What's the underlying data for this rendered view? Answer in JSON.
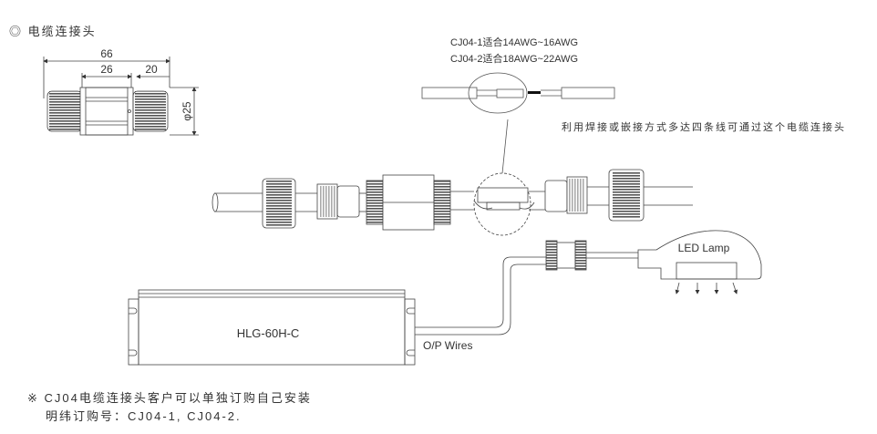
{
  "section_title": "◎ 电缆连接头",
  "dimensions": {
    "overall_length": "66",
    "left_length": "26",
    "right_length": "20",
    "diameter": "φ25"
  },
  "wire_spec": {
    "line1": "CJ04-1适合14AWG~16AWG",
    "line2": "CJ04-2适合18AWG~22AWG"
  },
  "note_connection": "利用焊接或嵌接方式多达四条线可通过这个电缆连接头",
  "driver_label": "HLG-60H-C",
  "wires_label": "O/P Wires",
  "lamp_label": "LED Lamp",
  "footer": {
    "line1": "※ CJ04电缆连接头客户可以单独订购自己安装",
    "line2": "明纬订购号：CJ04-1, CJ04-2."
  }
}
